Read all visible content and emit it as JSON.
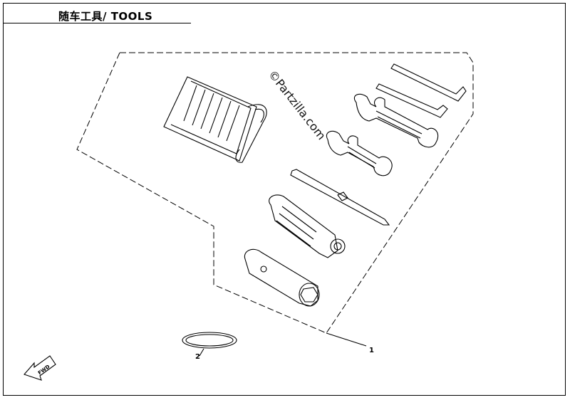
{
  "header": {
    "title": "随车工具/ TOOLS"
  },
  "watermark": {
    "text": "©Partzilla.com"
  },
  "callouts": [
    {
      "number": "1"
    },
    {
      "number": "2"
    }
  ],
  "fwd_arrow": {
    "label": "FWD"
  }
}
